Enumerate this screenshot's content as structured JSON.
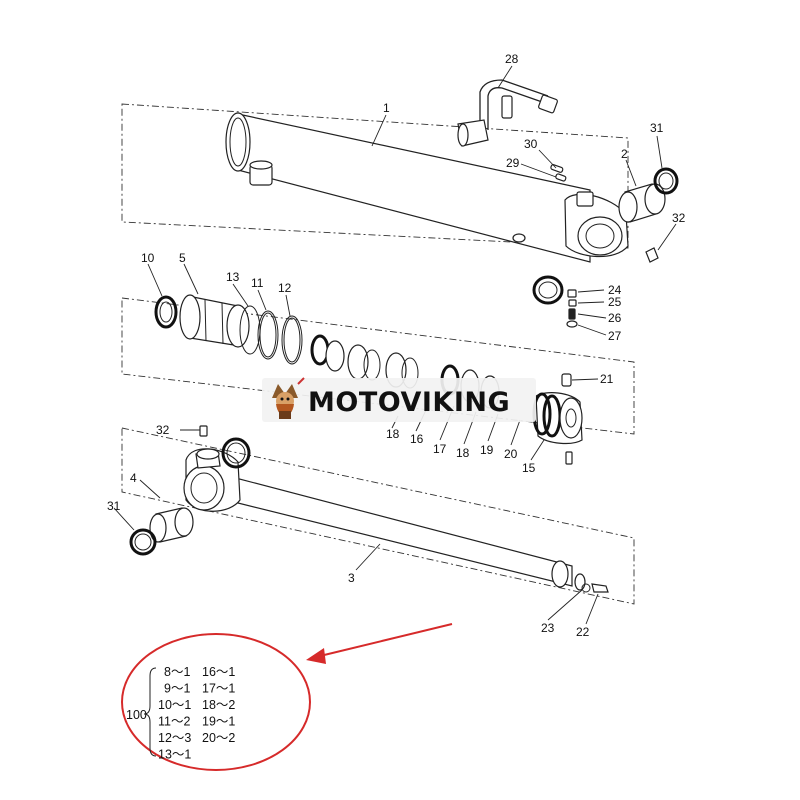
{
  "colors": {
    "line": "#222222",
    "highlight_red": "#d62a2a",
    "watermark_bg": "#f2f2f2"
  },
  "brand": {
    "name": "MOTOVIKING",
    "logo_icon": "viking-mascot-icon"
  },
  "callouts": {
    "c1": "1",
    "c2": "2",
    "c3": "3",
    "c4": "4",
    "c5": "5",
    "c10": "10",
    "c11": "11",
    "c12": "12",
    "c13": "13",
    "c15": "15",
    "c16": "16",
    "c17": "17",
    "c18a": "18",
    "c18b": "18",
    "c19": "19",
    "c20": "20",
    "c21": "21",
    "c22": "22",
    "c23": "23",
    "c24": "24",
    "c25": "25",
    "c26": "26",
    "c27": "27",
    "c28": "28",
    "c29": "29",
    "c30": "30",
    "c31a": "31",
    "c31b": "31",
    "c32a": "32",
    "c32b": "32"
  },
  "kit": {
    "number": "100",
    "rows": [
      {
        "left": "8〜1",
        "right": "16〜1"
      },
      {
        "left": "9〜1",
        "right": "17〜1"
      },
      {
        "left": "10〜1",
        "right": "18〜2"
      },
      {
        "left": "11〜2",
        "right": "19〜1"
      },
      {
        "left": "12〜3",
        "right": "20〜2"
      },
      {
        "left": "13〜1",
        "right": ""
      }
    ]
  }
}
